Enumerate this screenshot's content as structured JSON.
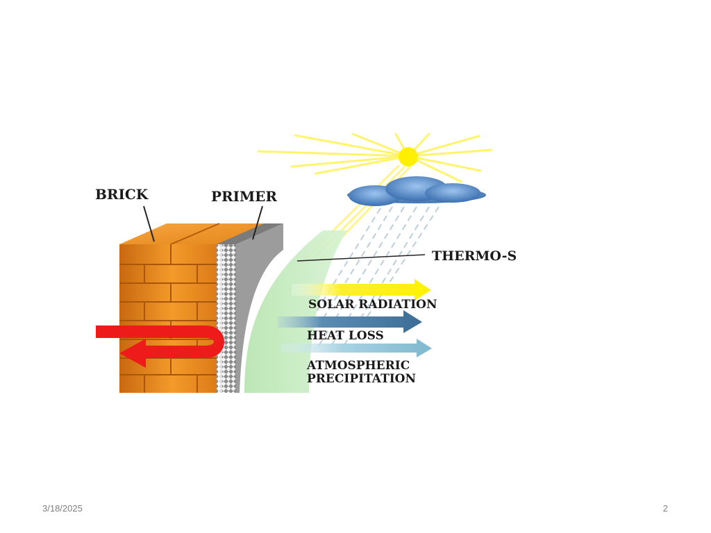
{
  "diagram": {
    "labels": {
      "brick": "BRICK",
      "primer": "PRIMER",
      "thermo": "THERMO-S",
      "solar": "SOLAR RADIATION",
      "heat_loss": "HEAT LOSS",
      "precip_line1": "ATMOSPHERIC",
      "precip_line2": "PRECIPITATION"
    },
    "colors": {
      "brick": "#e8891c",
      "brick_dark": "#b35e0a",
      "primer": "#9c9c9c",
      "insulation": "#c6ecc1",
      "sun": "#ffee00",
      "cloud": "#4f86c6",
      "solar_arrow": "#ffee22",
      "heat_arrow": "#4a7fa8",
      "precip_arrow": "#8fc1d6",
      "red_arrow": "#ee1b1b"
    }
  },
  "footer": {
    "date": "3/18/2025",
    "page": "2"
  }
}
